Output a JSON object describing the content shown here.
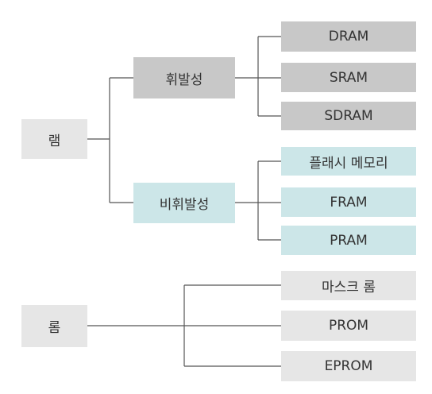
{
  "ram": {
    "label": "램",
    "volatile": {
      "label": "휘발성",
      "items": [
        "DRAM",
        "SRAM",
        "SDRAM"
      ]
    },
    "nonvolatile": {
      "label": "비휘발성",
      "items": [
        "플래시 메모리",
        "FRAM",
        "PRAM"
      ]
    }
  },
  "rom": {
    "label": "롬",
    "items": [
      "마스크 롬",
      "PROM",
      "EPROM"
    ]
  },
  "colors": {
    "volatile": "#c8c8c8",
    "nonvolatile": "#cce6e8",
    "root": "#e6e6e6",
    "line": "#555555"
  }
}
